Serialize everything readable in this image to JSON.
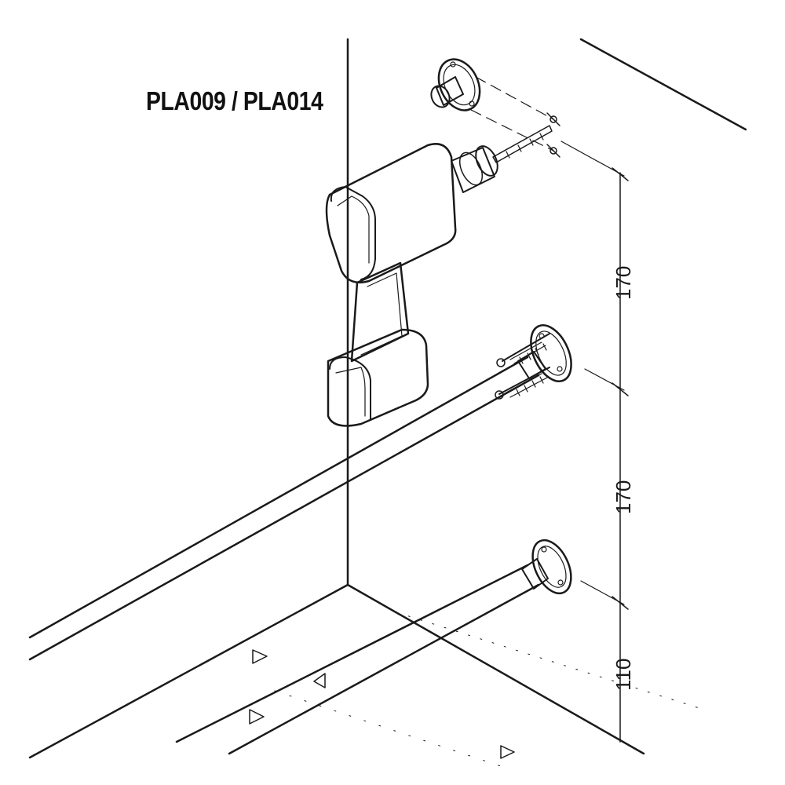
{
  "title": "PLA009 / PLA014",
  "dimensions": {
    "upper": "170",
    "middle": "170",
    "lower": "110"
  },
  "colors": {
    "line": "#1a1a1a",
    "background": "#ffffff"
  },
  "icons": [
    "drill-icon",
    "wall-socket-icon",
    "screw-icon",
    "drill-bit-icon"
  ]
}
